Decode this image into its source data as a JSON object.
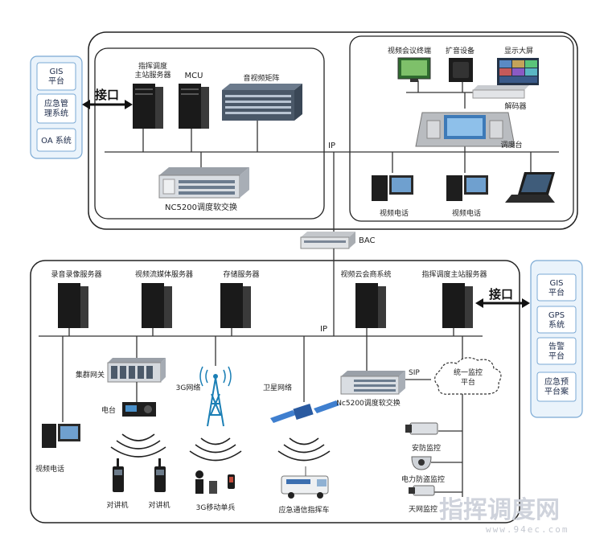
{
  "left_panel": {
    "items": [
      "GIS\n平台",
      "应急管\n理系统",
      "OA 系统"
    ]
  },
  "right_panel": {
    "items": [
      "GIS\n平台",
      "GPS\n系统",
      "告警\n平台",
      "应急预\n平台案"
    ]
  },
  "interface_label": "接口",
  "top_left": {
    "server_label": "指挥调度\n主站服务器",
    "mcu_label": "MCU",
    "matrix_label": "音视频矩阵",
    "switch_label": "NC5200调度软交换"
  },
  "top_right": {
    "video_conf_label": "视频会议终端",
    "speaker_label": "扩音设备",
    "screen_label": "显示大屏",
    "decoder_label": "解码器",
    "console_label": "调度台",
    "phone1_label": "视频电话",
    "phone2_label": "视频电话"
  },
  "ip_label_top": "IP",
  "bac_label": "BAC",
  "bottom": {
    "servers": [
      "录音录像服务器",
      "视频流媒体服务器",
      "存储服务器",
      "视频云会商系统",
      "指挥调度主站服务器"
    ],
    "ip_label": "IP",
    "cluster_gateway": "集群网关",
    "radio_station": "电台",
    "net_3g": "3G网络",
    "sat_net": "卫星网络",
    "switch_label": "Nc5200调度软交换",
    "sip_label": "SIP",
    "monitor_platform": "统一监控\n平台",
    "video_phone": "视频电话",
    "walkie1": "对讲机",
    "walkie2": "对讲机",
    "mobile_3g": "3G移动单兵",
    "command_vehicle": "应急通信指挥车",
    "security_cam": "安防监控",
    "power_cam": "电力防盗监控",
    "sky_cam": "天网监控"
  },
  "watermark": {
    "title": "指挥调度网",
    "url": "www.94ec.com"
  }
}
